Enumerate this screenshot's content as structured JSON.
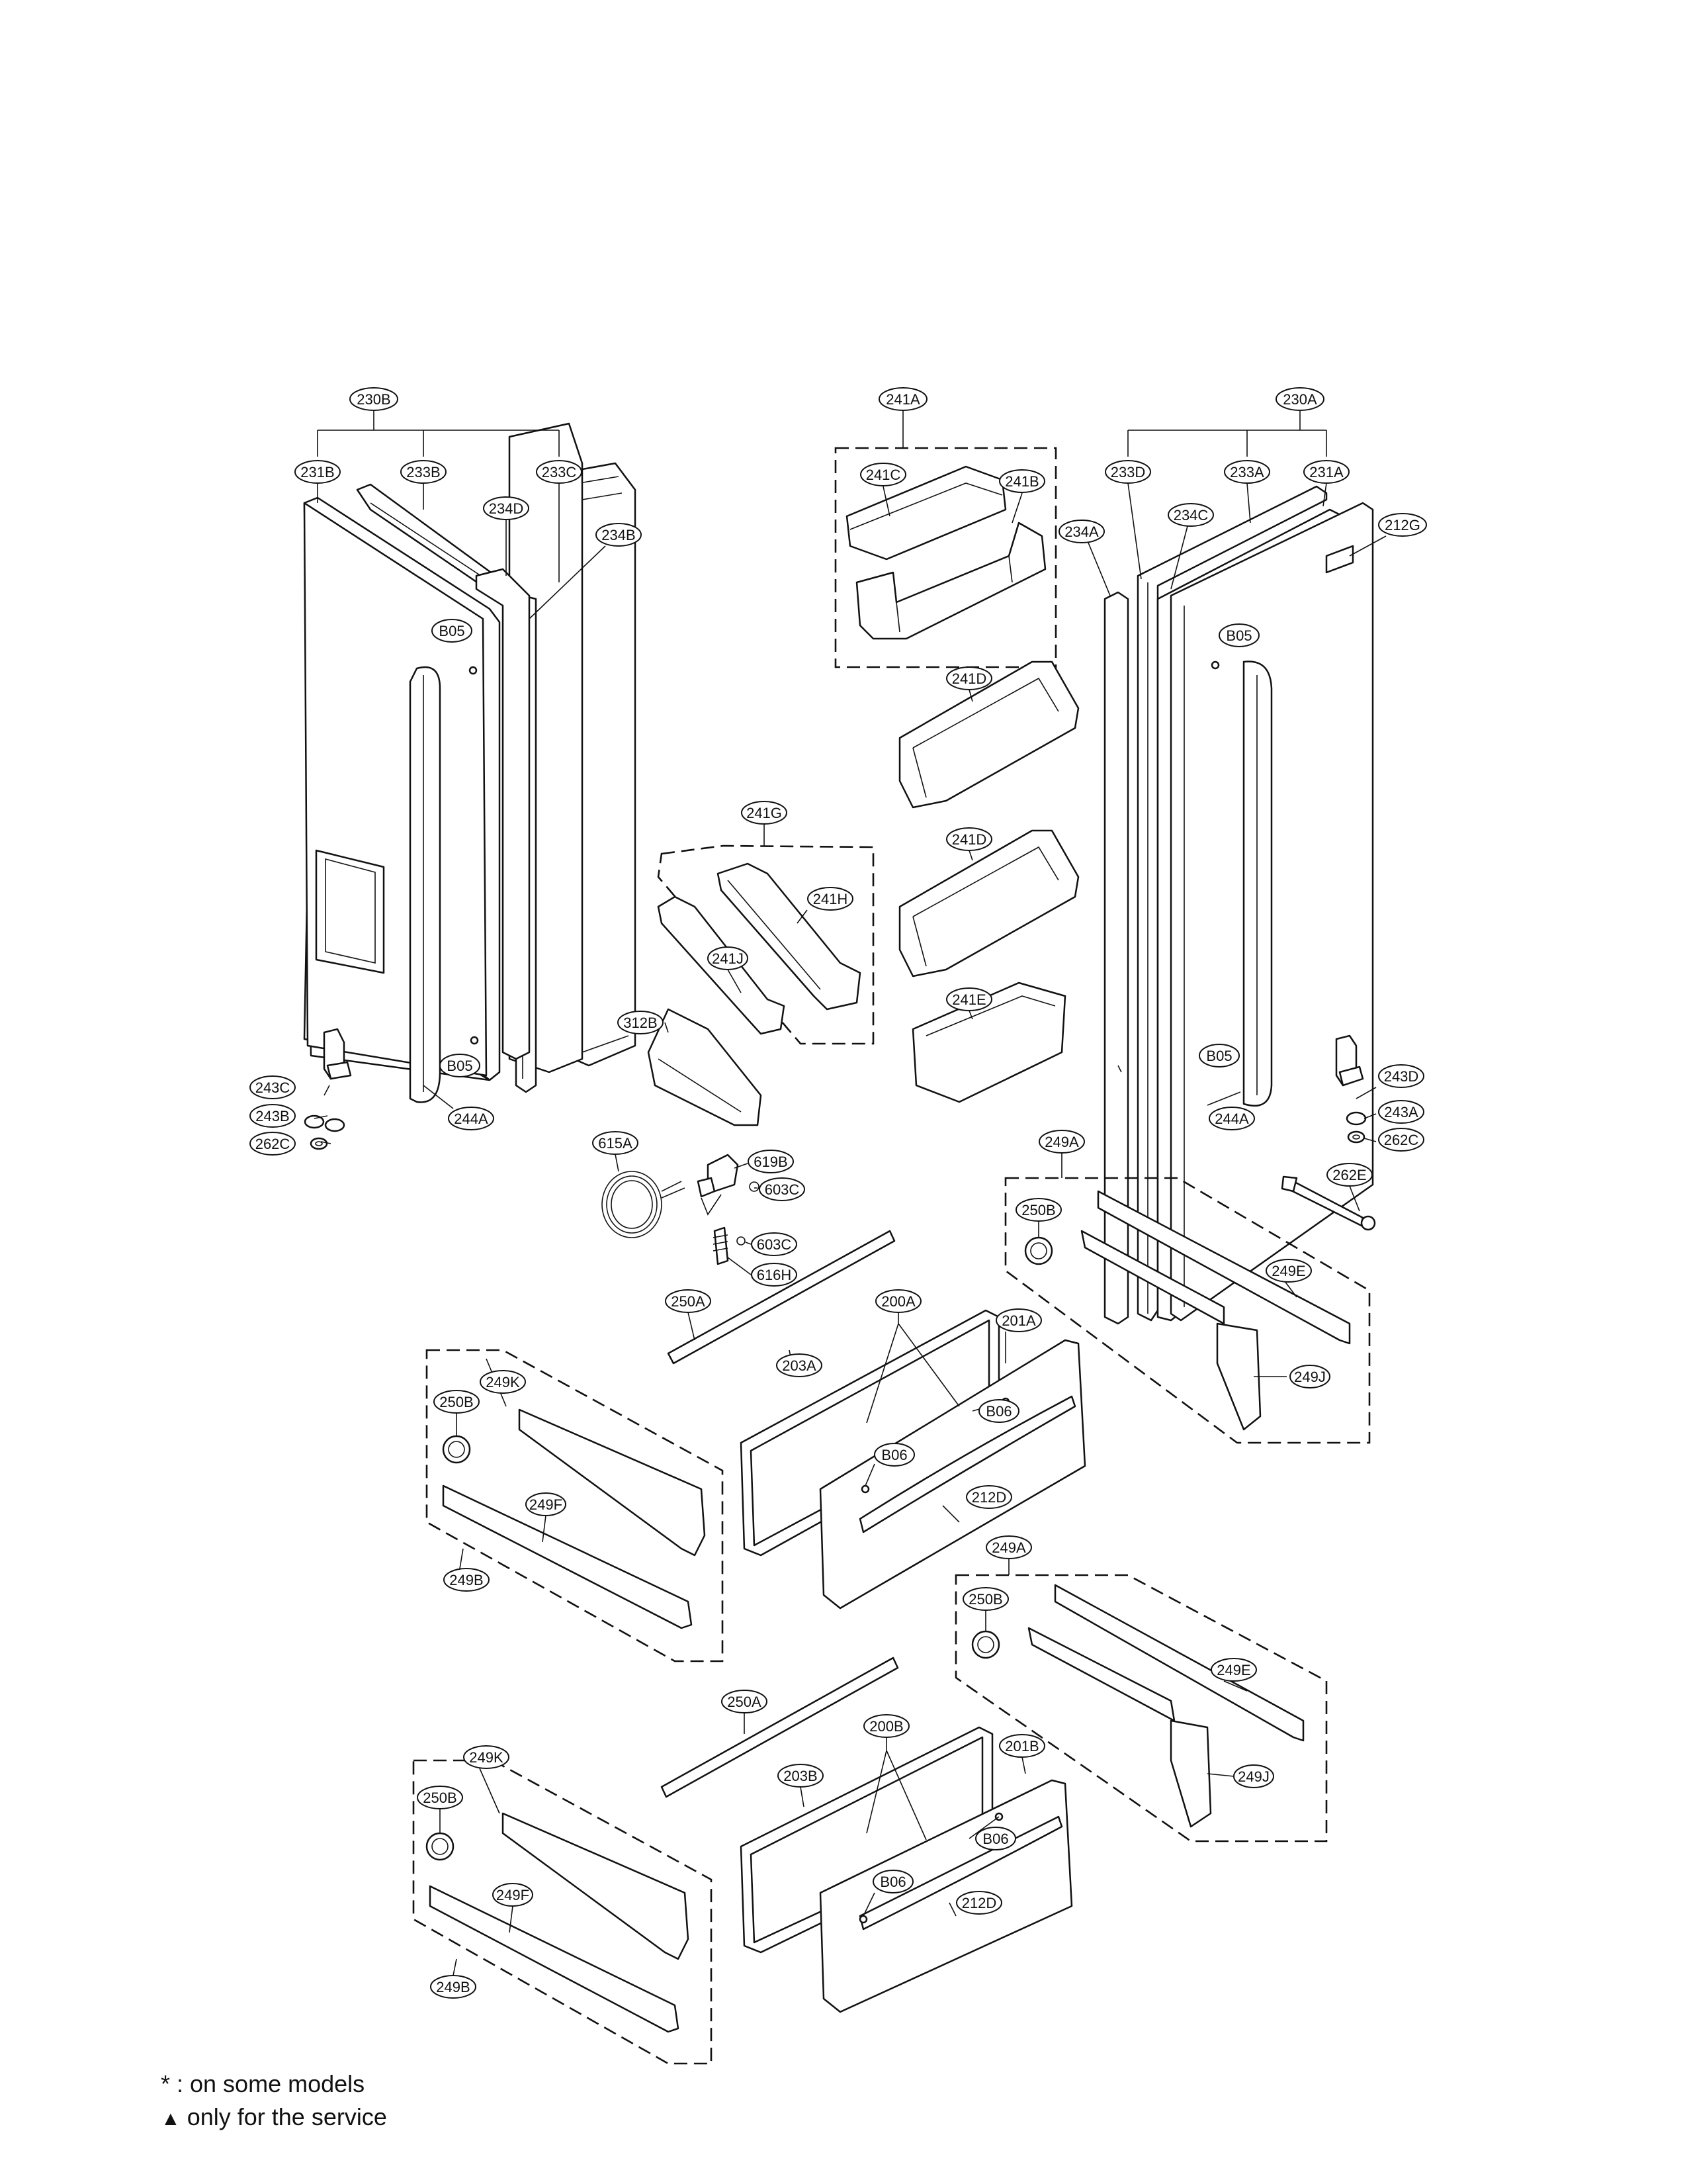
{
  "legend": {
    "asterisk_note": "* : on some models",
    "triangle_symbol": "▲",
    "triangle_note": "only for the service"
  },
  "labels": {
    "l230B": "230B",
    "l231B": "231B",
    "l233B": "233B",
    "l233C": "233C",
    "l234D": "234D",
    "l234B": "234B",
    "l241A": "241A",
    "l241C": "241C",
    "l241B": "241B",
    "l230A": "230A",
    "l233D": "233D",
    "l233A": "233A",
    "l231A": "231A",
    "l234A": "234A",
    "l234C": "234C",
    "l212G": "212G",
    "lB05a": "B05",
    "lB05b": "B05",
    "lB05c": "B05",
    "lB05d": "B05",
    "l241D1": "241D",
    "l241D2": "241D",
    "l241G": "241G",
    "l241H": "241H",
    "l241J": "241J",
    "l241E": "241E",
    "l312B": "312B",
    "l243C": "243C",
    "l243B": "243B",
    "l262C1": "262C",
    "l244A1": "244A",
    "l243D": "243D",
    "l243A": "243A",
    "l262C2": "262C",
    "l244A2": "244A",
    "l615A": "615A",
    "l619B": "619B",
    "l603C1": "603C",
    "l603C2": "603C",
    "l616H": "616H",
    "l249A1": "249A",
    "l250B1": "250B",
    "l249E1": "249E",
    "l249J1": "249J",
    "l262E": "262E",
    "l250A1": "250A",
    "l200A": "200A",
    "l201A": "201A",
    "l203A": "203A",
    "lB06a": "B06",
    "lB06b": "B06",
    "l212D1": "212D",
    "l250B2": "250B",
    "l249K1": "249K",
    "l249F1": "249F",
    "l249B1": "249B",
    "l249A2": "249A",
    "l250B3": "250B",
    "l249E2": "249E",
    "l249J2": "249J",
    "l250A2": "250A",
    "l200B": "200B",
    "l201B": "201B",
    "l203B": "203B",
    "lB06c": "B06",
    "lB06d": "B06",
    "l212D2": "212D",
    "l250B4": "250B",
    "l249K2": "249K",
    "l249F2": "249F",
    "l249B2": "249B"
  }
}
